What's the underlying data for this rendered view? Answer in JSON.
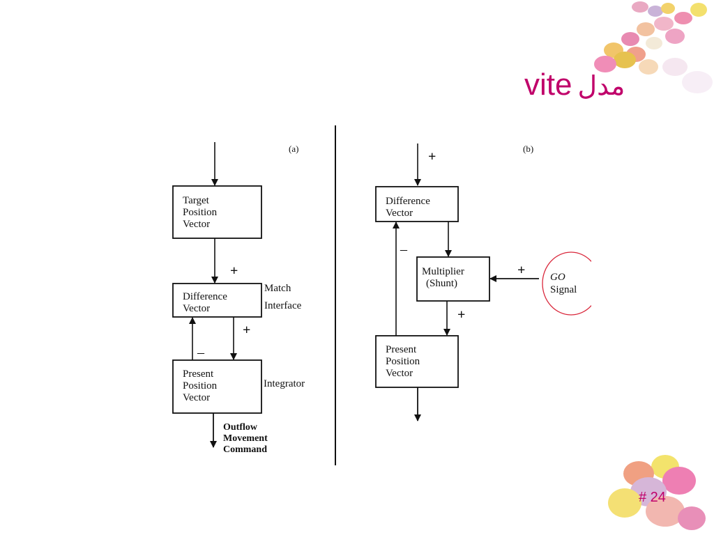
{
  "slide": {
    "title_latin": "vite",
    "title_arabic": "مدل",
    "page_number": "# 24"
  },
  "diagram_a": {
    "panel_label": "(a)",
    "target_box": [
      "Target",
      "Position",
      "Vector"
    ],
    "difference_box": [
      "Difference",
      "Vector"
    ],
    "present_box": [
      "Present",
      "Position",
      "Vector"
    ],
    "plus_1": "+",
    "plus_2": "+",
    "minus": "–",
    "match_interface": [
      "Match",
      "Interface"
    ],
    "integrator": "Integrator",
    "outflow": [
      "Outflow",
      "Movement",
      "Command"
    ]
  },
  "diagram_b": {
    "panel_label": "(b)",
    "difference_box": [
      "Difference",
      "Vector"
    ],
    "multiplier_box": [
      "Multiplier",
      "(Shunt)"
    ],
    "present_box": [
      "Present",
      "Position",
      "Vector"
    ],
    "plus_top": "+",
    "plus_go": "+",
    "plus_mid": "+",
    "minus": "–",
    "go_signal": [
      "GO",
      "Signal"
    ]
  },
  "colors": {
    "title": "#c0006a",
    "highlight_circle": "#d9263a"
  },
  "decoration": {
    "top_right": "candy-eggs-image",
    "bottom_right": "candy-eggs-image"
  }
}
